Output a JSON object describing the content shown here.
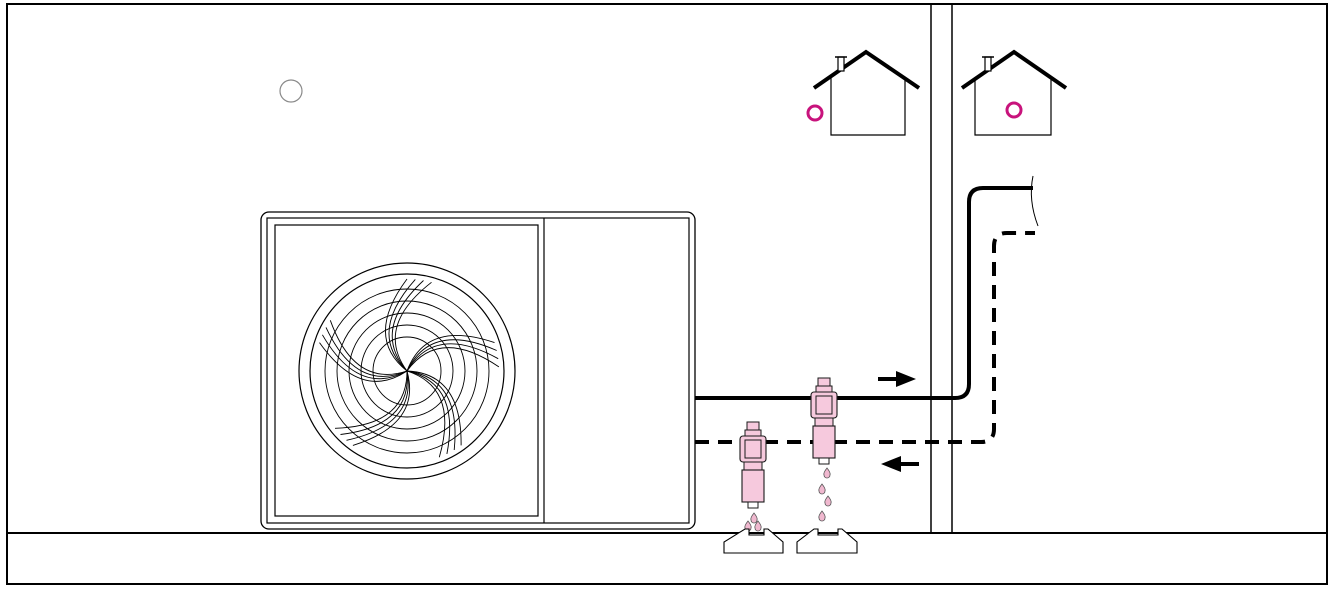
{
  "diagram": {
    "kind": "heat-pump-installation",
    "labels": [],
    "colors": {
      "line": "#000000",
      "background": "#ffffff",
      "valve_fill": "#f6c9dd",
      "valve_stroke": "#1a1a1a",
      "drop_fill": "#f0b8cf",
      "marker_magenta": "#c8137c",
      "marker_grey": "#8a8a8a"
    },
    "icons": {
      "outdoor_unit": "heat-pump-outdoor-unit-icon",
      "fan": "fan-icon",
      "house": "house-icon",
      "valve": "antifreeze-valve-icon",
      "drain": "drain-base-icon",
      "arrow": "flow-arrow-icon"
    },
    "flow": {
      "supply": "right",
      "return": "left"
    }
  }
}
